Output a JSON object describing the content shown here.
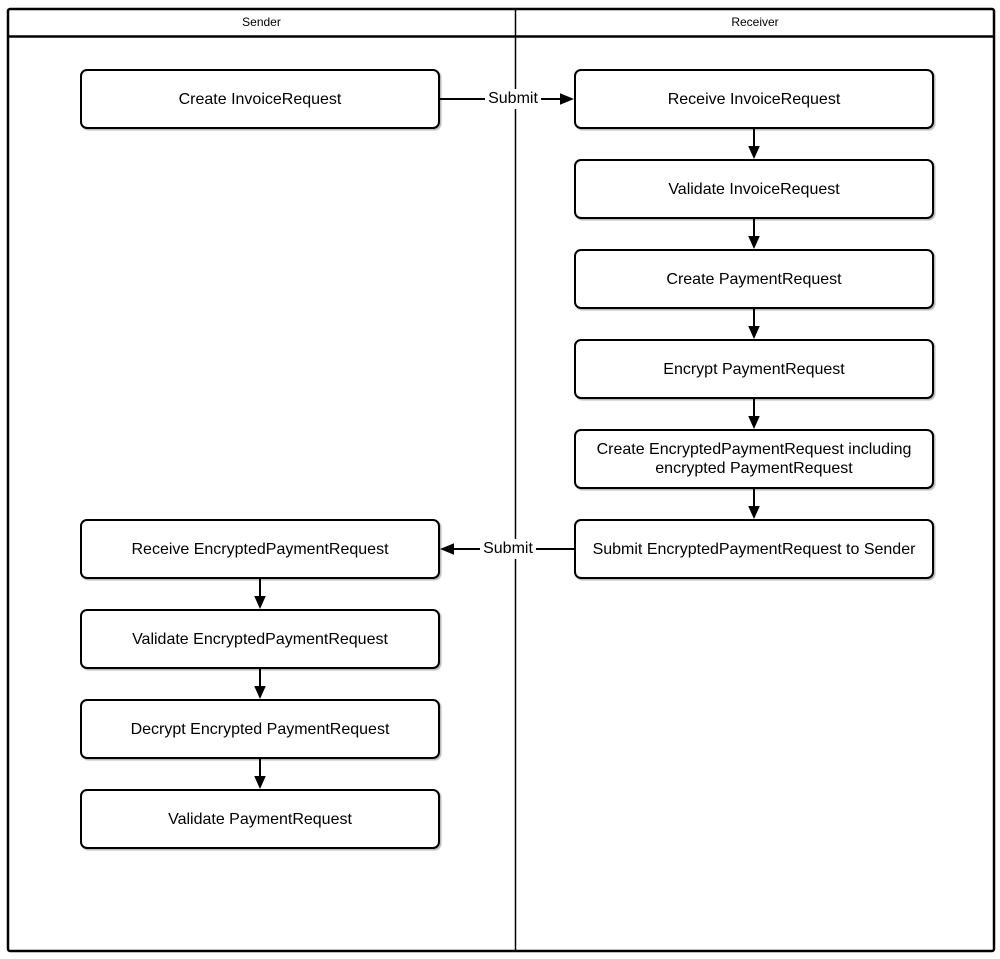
{
  "lanes": {
    "sender": {
      "title": "Sender",
      "nodes": [
        "Create InvoiceRequest",
        "Receive EncryptedPaymentRequest",
        "Validate EncryptedPaymentRequest",
        "Decrypt Encrypted PaymentRequest",
        "Validate PaymentRequest"
      ]
    },
    "receiver": {
      "title": "Receiver",
      "nodes": [
        "Receive InvoiceRequest",
        "Validate InvoiceRequest",
        "Create PaymentRequest",
        "Encrypt PaymentRequest",
        "Create EncryptedPaymentRequest including encrypted PaymentRequest",
        "Submit EncryptedPaymentRequest to Sender"
      ]
    }
  },
  "connectors": {
    "sender_to_receiver_label": "Submit",
    "receiver_to_sender_label": "Submit"
  },
  "colors": {
    "stroke": "#000000",
    "background": "#ffffff",
    "text": "#000000"
  }
}
